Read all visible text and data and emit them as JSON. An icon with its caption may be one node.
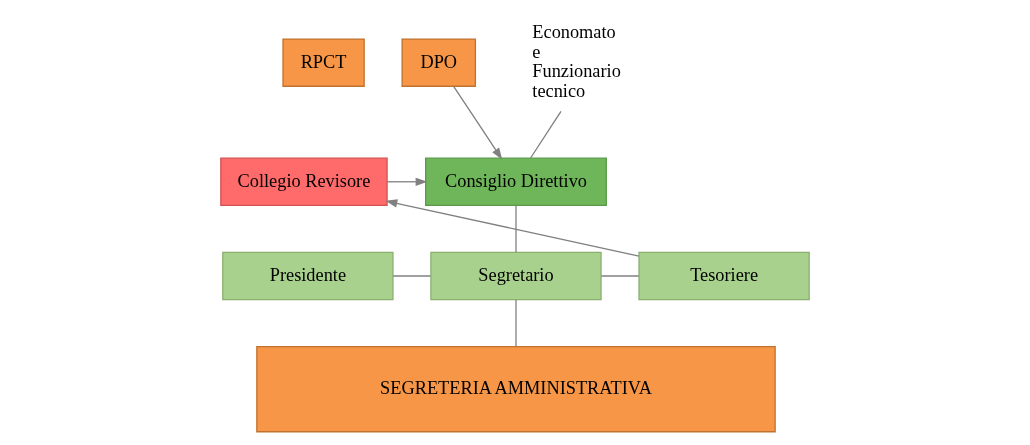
{
  "diagram": {
    "nodes": [
      {
        "text": [
          "RPCT"
        ]
      },
      {
        "text": [
          "DPO"
        ]
      },
      {
        "text": [
          "Consiglio Direttivo"
        ]
      },
      {
        "text": [
          "Collegio Revisore"
        ]
      },
      {
        "text": [
          "Economato e Funzionario tecnico"
        ]
      },
      {
        "text": [
          "Presidente"
        ]
      },
      {
        "text": [
          "Segretario"
        ]
      },
      {
        "text": [
          "Tesoriere"
        ]
      },
      {
        "text": [
          "SEGRETERIA AMMINISTRATIVA"
        ]
      }
    ],
    "edges": [
      {
        "from": 1,
        "to": 2,
        "arrow": "to"
      },
      {
        "from": 4,
        "to": 2,
        "arrow": "none"
      },
      {
        "from": 3,
        "to": 2,
        "arrow": "to"
      },
      {
        "from": 2,
        "to": 6,
        "arrow": "none"
      },
      {
        "from": 5,
        "to": 6,
        "arrow": "none"
      },
      {
        "from": 6,
        "to": 7,
        "arrow": "none"
      },
      {
        "from": 7,
        "to": 3,
        "arrow": "to"
      },
      {
        "from": 6,
        "to": 8,
        "arrow": "none"
      }
    ]
  }
}
